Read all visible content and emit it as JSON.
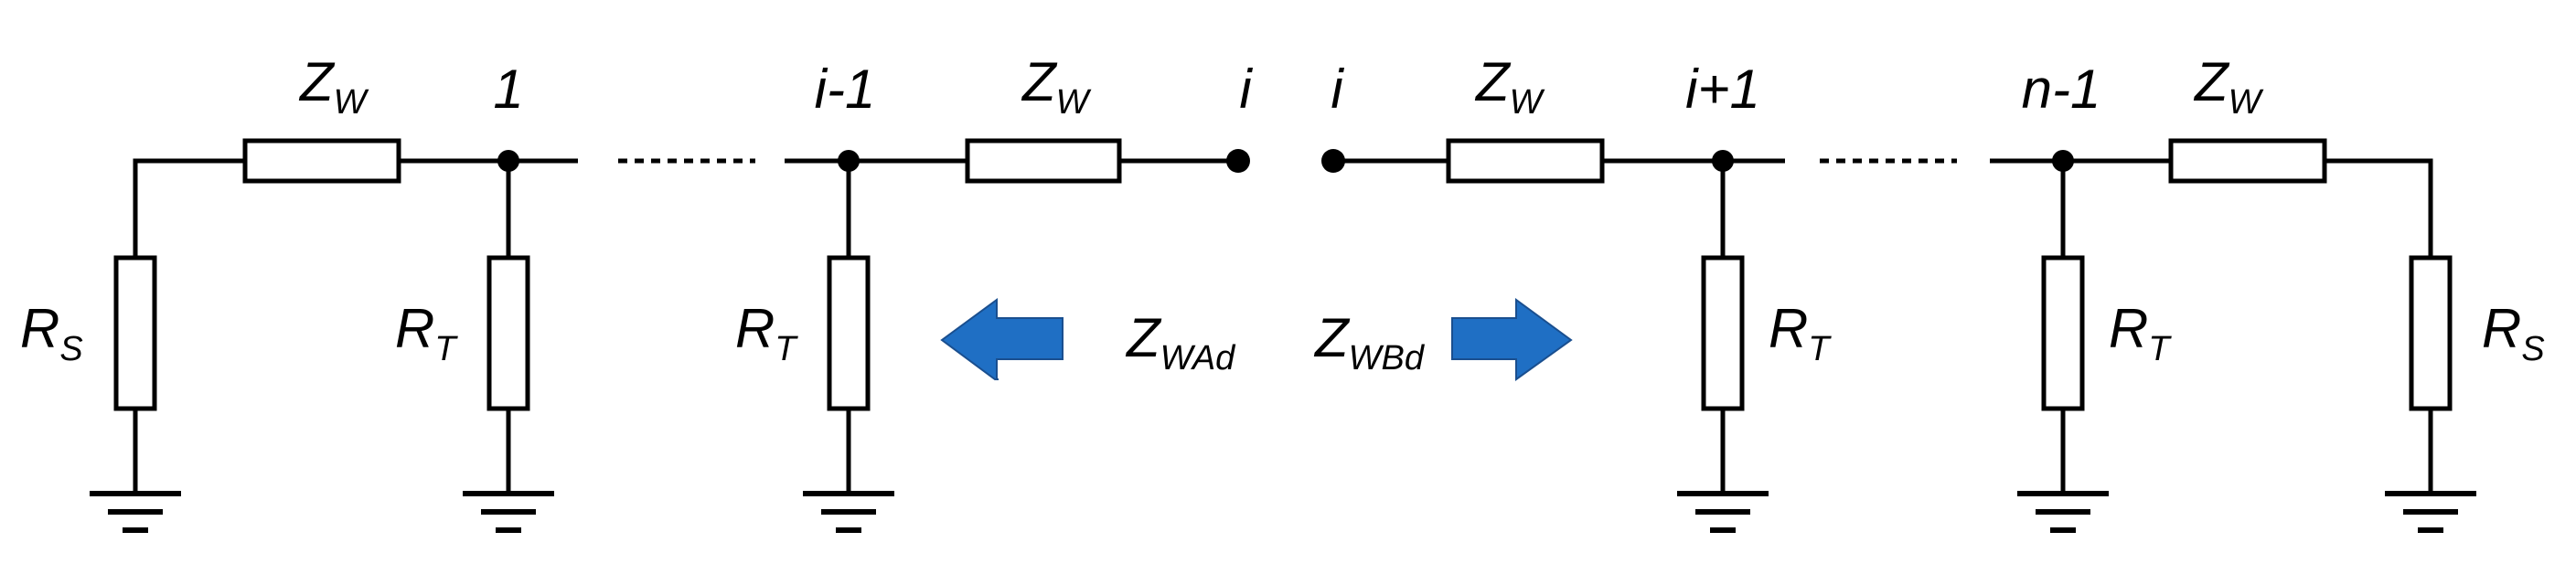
{
  "nodes": {
    "n1": "1",
    "n_im1": "i-1",
    "n_i_left": "i",
    "n_i_right": "i",
    "n_ip1": "i+1",
    "n_nm1": "n-1"
  },
  "impedances": {
    "zw": {
      "main": "Z",
      "sub": "W"
    },
    "rs": {
      "main": "R",
      "sub": "S"
    },
    "rt": {
      "main": "R",
      "sub": "T"
    },
    "zwad": {
      "main": "Z",
      "sub": "WAd"
    },
    "zwbd": {
      "main": "Z",
      "sub": "WBd"
    }
  },
  "colors": {
    "wire": "#000000",
    "arrow": "#1f6fc4",
    "arrow_edge": "#1a4f8f"
  }
}
